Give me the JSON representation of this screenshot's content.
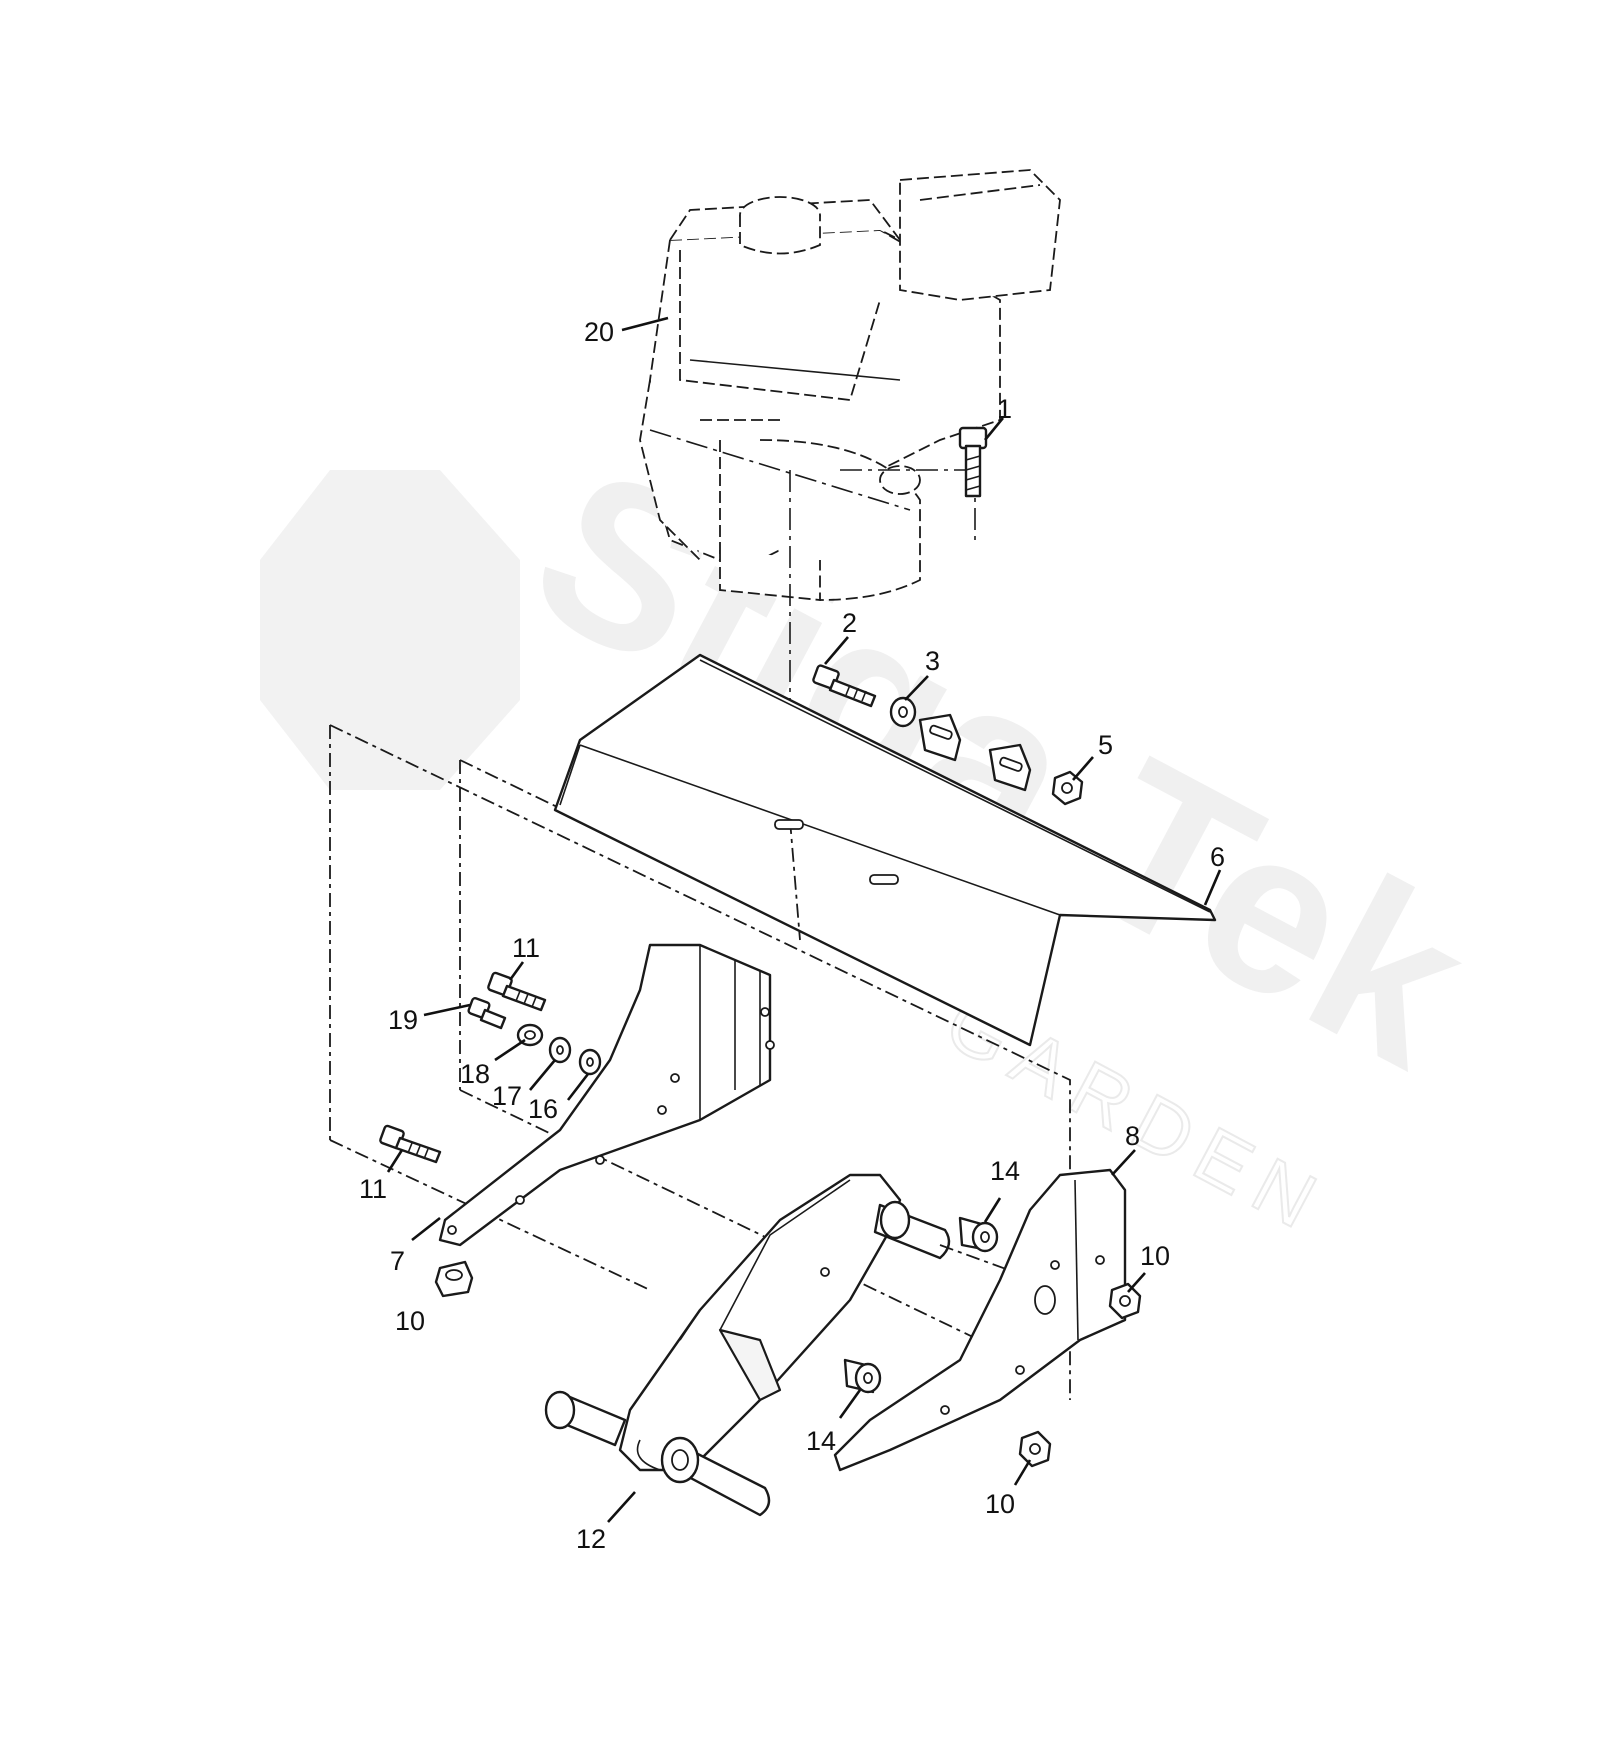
{
  "watermark": {
    "brand": "Stiga.Tek",
    "sub": "GARDEN"
  },
  "callouts": [
    {
      "id": "20",
      "label": "20"
    },
    {
      "id": "1",
      "label": "1"
    },
    {
      "id": "2",
      "label": "2"
    },
    {
      "id": "3",
      "label": "3"
    },
    {
      "id": "5",
      "label": "5"
    },
    {
      "id": "6",
      "label": "6"
    },
    {
      "id": "11a",
      "label": "11"
    },
    {
      "id": "19",
      "label": "19"
    },
    {
      "id": "18",
      "label": "18"
    },
    {
      "id": "17",
      "label": "17"
    },
    {
      "id": "16",
      "label": "16"
    },
    {
      "id": "11b",
      "label": "11"
    },
    {
      "id": "7",
      "label": "7"
    },
    {
      "id": "10a",
      "label": "10"
    },
    {
      "id": "8",
      "label": "8"
    },
    {
      "id": "14a",
      "label": "14"
    },
    {
      "id": "10b",
      "label": "10"
    },
    {
      "id": "14b",
      "label": "14"
    },
    {
      "id": "10c",
      "label": "10"
    },
    {
      "id": "12",
      "label": "12"
    }
  ]
}
